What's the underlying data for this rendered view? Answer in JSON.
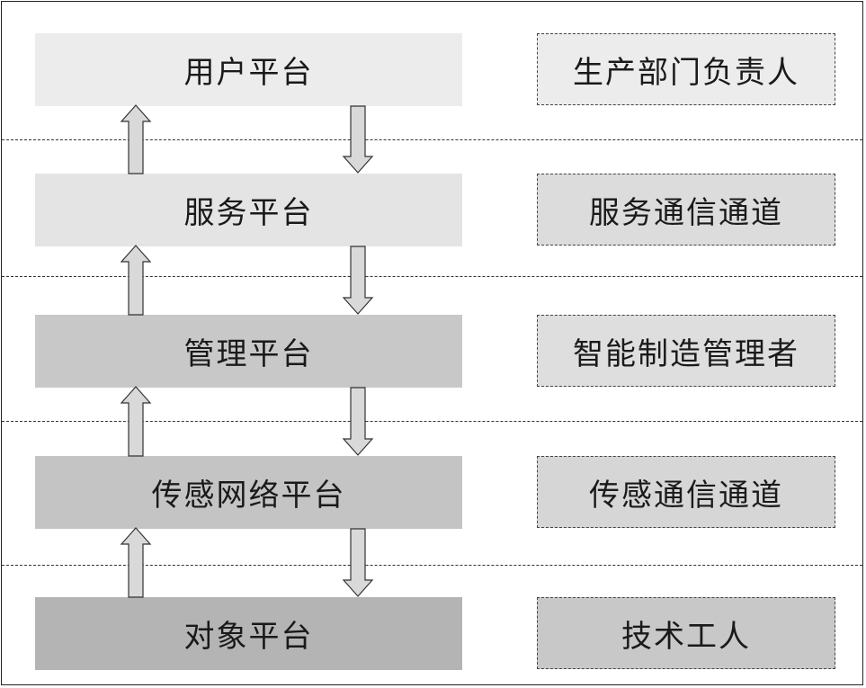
{
  "layers": [
    {
      "platform": "用户平台",
      "role": "生产部门负责人",
      "platform_color": "#ececec",
      "role_color": "#ececec"
    },
    {
      "platform": "服务平台",
      "role": "服务通信通道",
      "platform_color": "#e4e4e4",
      "role_color": "#dcdcdc"
    },
    {
      "platform": "管理平台",
      "role": "智能制造管理者",
      "platform_color": "#c8c8c8",
      "role_color": "#dedede"
    },
    {
      "platform": "传感网络平台",
      "role": "传感通信通道",
      "platform_color": "#c4c4c4",
      "role_color": "#d6d6d6"
    },
    {
      "platform": "对象平台",
      "role": "技术工人",
      "platform_color": "#b4b4b4",
      "role_color": "#c8c8c8"
    }
  ],
  "colors": {
    "arrow_fill": "#d9d9d9",
    "arrow_stroke": "#333333",
    "border": "#222222"
  }
}
